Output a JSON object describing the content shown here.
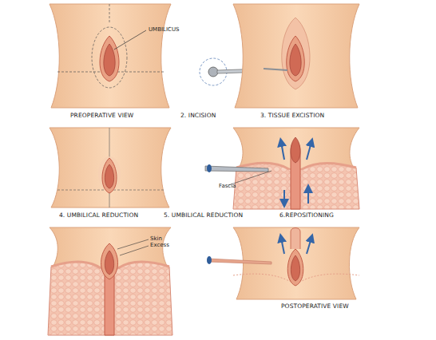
{
  "diagram": {
    "labels": [
      "UMBILICUS",
      "PREOPERATIVE VIEW",
      "2. INCISION",
      "3. TISSUE EXCISTION",
      "4. UMBILICAL REDUCTION",
      "5. UMBILICAL REDUCTION",
      "6.REPOSITIONING",
      "Fascia",
      "Skin Excess",
      "POSTOPERATIVE VIEW"
    ]
  }
}
